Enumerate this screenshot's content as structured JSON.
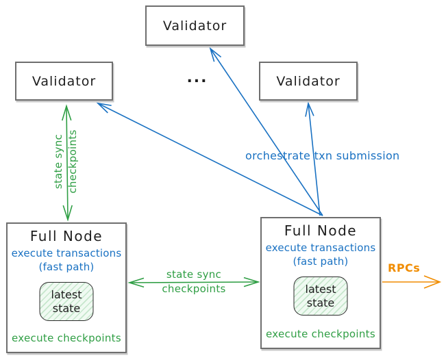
{
  "colors": {
    "green": "#2f9e44",
    "blue": "#1971c2",
    "orange": "#f08c00",
    "ink": "#1e1e1e",
    "border": "#6e6e6e"
  },
  "validators": [
    {
      "label": "Validator"
    },
    {
      "label": "Validator"
    },
    {
      "label": "Validator"
    }
  ],
  "ellipsis": "...",
  "full_nodes": [
    {
      "title": "Full Node",
      "exec_line1": "execute transactions",
      "exec_line2": "(fast path)",
      "state_line1": "latest",
      "state_line2": "state",
      "footer": "execute checkpoints"
    },
    {
      "title": "Full Node",
      "exec_line1": "execute transactions",
      "exec_line2": "(fast path)",
      "state_line1": "latest",
      "state_line2": "state",
      "footer": "execute checkpoints"
    }
  ],
  "edges": {
    "state_sync_vertical": {
      "line1": "state sync",
      "line2": "checkpoints"
    },
    "state_sync_horizontal": {
      "line1": "state sync",
      "line2": "checkpoints"
    },
    "orchestrate": {
      "label": "orchestrate txn submission"
    },
    "rpcs": {
      "label": "RPCs"
    }
  }
}
